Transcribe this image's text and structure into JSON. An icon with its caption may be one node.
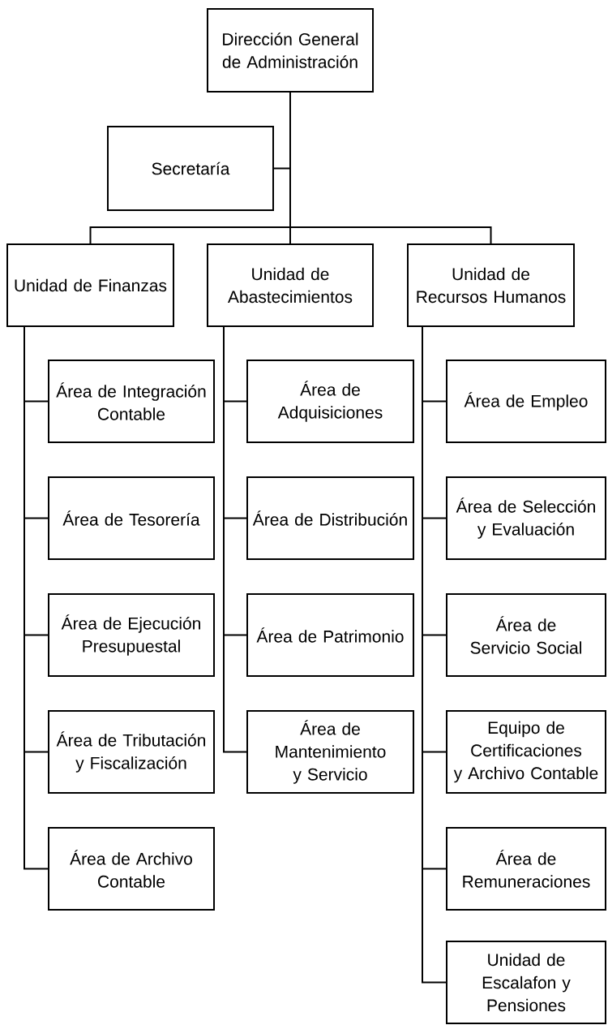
{
  "diagram": {
    "nodes": [
      {
        "text": [
          "Dirección General de Administración"
        ]
      },
      {
        "text": [
          "Secretaría"
        ]
      },
      {
        "text": [
          "Unidad de Finanzas"
        ]
      },
      {
        "text": [
          "Unidad de Abastecimientos"
        ]
      },
      {
        "text": [
          "Unidad de Recursos Humanos"
        ]
      },
      {
        "text": [
          "Área de Integración Contable"
        ]
      },
      {
        "text": [
          "Área de Tesorería"
        ]
      },
      {
        "text": [
          "Área de Ejecución Presupuestal"
        ]
      },
      {
        "text": [
          "Área de Tributación y Fiscalización"
        ]
      },
      {
        "text": [
          "Área de Archivo Contable"
        ]
      },
      {
        "text": [
          "Área de Adquisiciones"
        ]
      },
      {
        "text": [
          "Área de Distribución"
        ]
      },
      {
        "text": [
          "Área de Patrimonio"
        ]
      },
      {
        "text": [
          "Área de Mantenimiento y Servicio"
        ]
      },
      {
        "text": [
          "Área de Empleo"
        ]
      },
      {
        "text": [
          "Área de Selección y Evaluación"
        ]
      },
      {
        "text": [
          "Área de Servicio Social"
        ]
      },
      {
        "text": [
          "Equipo de Certificaciones y Archivo Contable"
        ]
      },
      {
        "text": [
          "Área de Remuneraciones"
        ]
      },
      {
        "text": [
          "Unidad de Escalafon y Pensiones"
        ]
      }
    ],
    "edges": [
      {
        "from": 0,
        "to": 1,
        "arrow": "none"
      },
      {
        "from": 0,
        "to": 2,
        "arrow": "none"
      },
      {
        "from": 0,
        "to": 3,
        "arrow": "none"
      },
      {
        "from": 0,
        "to": 4,
        "arrow": "none"
      },
      {
        "from": 2,
        "to": 5,
        "arrow": "none"
      },
      {
        "from": 2,
        "to": 6,
        "arrow": "none"
      },
      {
        "from": 2,
        "to": 7,
        "arrow": "none"
      },
      {
        "from": 2,
        "to": 8,
        "arrow": "none"
      },
      {
        "from": 2,
        "to": 9,
        "arrow": "none"
      },
      {
        "from": 3,
        "to": 10,
        "arrow": "none"
      },
      {
        "from": 3,
        "to": 11,
        "arrow": "none"
      },
      {
        "from": 3,
        "to": 12,
        "arrow": "none"
      },
      {
        "from": 3,
        "to": 13,
        "arrow": "none"
      },
      {
        "from": 4,
        "to": 14,
        "arrow": "none"
      },
      {
        "from": 4,
        "to": 15,
        "arrow": "none"
      },
      {
        "from": 4,
        "to": 16,
        "arrow": "none"
      },
      {
        "from": 4,
        "to": 17,
        "arrow": "none"
      },
      {
        "from": 4,
        "to": 18,
        "arrow": "none"
      },
      {
        "from": 4,
        "to": 19,
        "arrow": "none"
      }
    ]
  }
}
